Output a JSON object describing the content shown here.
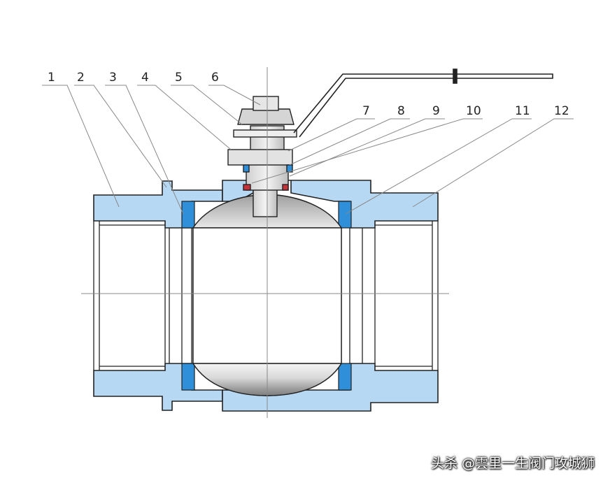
{
  "callouts": [
    "1",
    "2",
    "3",
    "4",
    "5",
    "6",
    "7",
    "8",
    "9",
    "10",
    "11",
    "12"
  ],
  "watermark": "头杀 @雲里一生阀门攻城狮",
  "colors": {
    "body": "#b7d8f2",
    "seat": "#2f8fd8",
    "gasket": "#c8323a",
    "ball_light": "#f2f2f2",
    "ball_dark": "#8d8d8d",
    "stem": "#d8d8d8",
    "outline": "#222222",
    "leader": "#888888"
  }
}
